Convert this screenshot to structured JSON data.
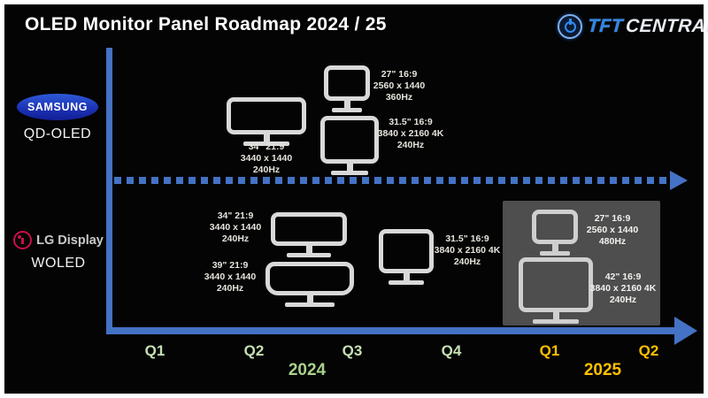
{
  "title": "OLED Monitor Panel Roadmap 2024 / 25",
  "logo": {
    "tft": "TFT",
    "central": "CENTRAL"
  },
  "makers": {
    "samsung": {
      "brand": "SAMSUNG",
      "panel_type": "QD-OLED"
    },
    "lg": {
      "brand": "LG Display",
      "panel_type": "WOLED"
    }
  },
  "axis": {
    "quarters": [
      "Q1",
      "Q2",
      "Q3",
      "Q4",
      "Q1",
      "Q2"
    ],
    "years": [
      "2024",
      "2025"
    ]
  },
  "colors": {
    "axis_blue": "#4472C4",
    "quarters_2024_green": "#C6E0B4",
    "year_2024_green": "#A9D18E",
    "quarters_2025_gold": "#FFC000",
    "samsung_blue": "#1c32b4",
    "lg_crimson": "#c81047",
    "highlight_box_gray": "#4e4e4e",
    "monitor_gray": "#d9d9d9",
    "background": "#040404"
  },
  "chart_data": {
    "type": "timeline-roadmap",
    "x_categories": [
      "Q1 2024",
      "Q2 2024",
      "Q3 2024",
      "Q4 2024",
      "Q1 2025",
      "Q2 2025"
    ],
    "lanes": [
      {
        "maker": "Samsung",
        "tech": "QD-OLED",
        "panels": [
          {
            "size": "34\" 21:9",
            "resolution": "3440 x 1440",
            "refresh": "240Hz",
            "quarter": "Q2 2024",
            "highlighted": false
          },
          {
            "size": "27\" 16:9",
            "resolution": "2560 x 1440",
            "refresh": "360Hz",
            "quarter": "Q3 2024",
            "highlighted": false
          },
          {
            "size": "31.5\" 16:9",
            "resolution": "3840 x 2160 4K",
            "refresh": "240Hz",
            "quarter": "Q3 2024",
            "highlighted": false
          }
        ]
      },
      {
        "maker": "LG Display",
        "tech": "WOLED",
        "panels": [
          {
            "size": "34\" 21:9",
            "resolution": "3440 x 1440",
            "refresh": "240Hz",
            "quarter": "Q2 2024",
            "highlighted": false
          },
          {
            "size": "39\" 21:9",
            "resolution": "3440 x 1440",
            "refresh": "240Hz",
            "quarter": "Q2 2024",
            "highlighted": false
          },
          {
            "size": "31.5\" 16:9",
            "resolution": "3840 x 2160 4K",
            "refresh": "240Hz",
            "quarter": "Q4 2024",
            "highlighted": false
          },
          {
            "size": "27\" 16:9",
            "resolution": "2560 x 1440",
            "refresh": "480Hz",
            "quarter": "Q1 2025",
            "highlighted": true
          },
          {
            "size": "42\" 16:9",
            "resolution": "3840 x 2160 4K",
            "refresh": "240Hz",
            "quarter": "Q1 2025",
            "highlighted": true
          }
        ]
      }
    ]
  }
}
